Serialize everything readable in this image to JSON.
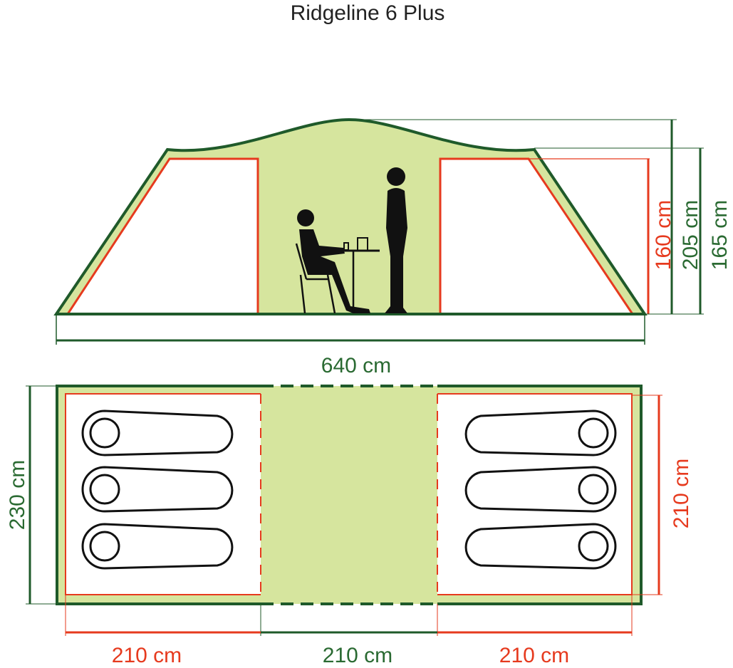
{
  "title": "Ridgeline 6 Plus",
  "side_view": {
    "width_label": "640 cm",
    "inner_height_label": "160 cm",
    "peak_height_label": "205 cm",
    "side_height_label": "165 cm"
  },
  "floor_plan": {
    "depth_label": "230 cm",
    "inner_depth_label": "210 cm",
    "left_room_label": "210 cm",
    "center_label": "210 cm",
    "right_room_label": "210 cm",
    "sleeping_bags_per_room": 3
  },
  "colors": {
    "outline": "#1f5a2a",
    "fill": "#d6e59e",
    "inner": "#e63a1e",
    "text_green": "#2a6a32"
  }
}
